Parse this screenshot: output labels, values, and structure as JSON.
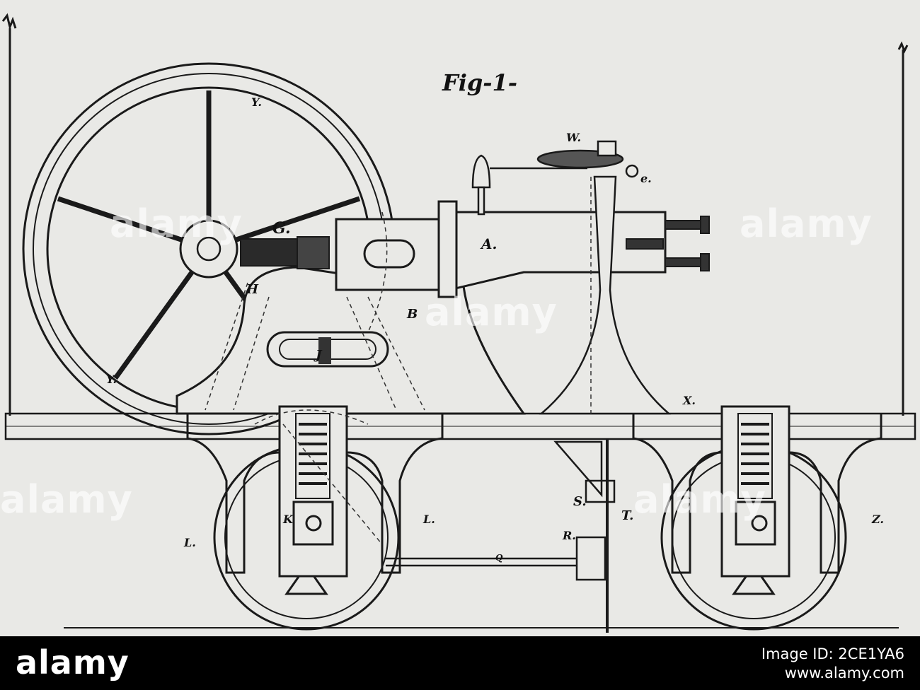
{
  "figure": {
    "title": "Fig-1-",
    "labels": {
      "Y_top": "Y.",
      "Y_bottom": "Y.",
      "W": "W.",
      "e": "e.",
      "A": "A.",
      "G": "G.",
      "H": "H",
      "B": "B",
      "J": "J",
      "X": "X.",
      "S": "S.",
      "T": "T.",
      "R": "R.",
      "K": "K",
      "L_mid": "L.",
      "L_left": "L.",
      "Q": "Q",
      "Z": "Z."
    }
  },
  "watermark": {
    "text": "alamy"
  },
  "bottom_bar": {
    "brand": "alamy",
    "image_id_line1": "Image ID: 2CE1YA6",
    "image_id_line2": "www.alamy.com"
  },
  "colors": {
    "paper": "#e9e9e6",
    "ink": "#1a1a1a",
    "bar": "#000000"
  }
}
